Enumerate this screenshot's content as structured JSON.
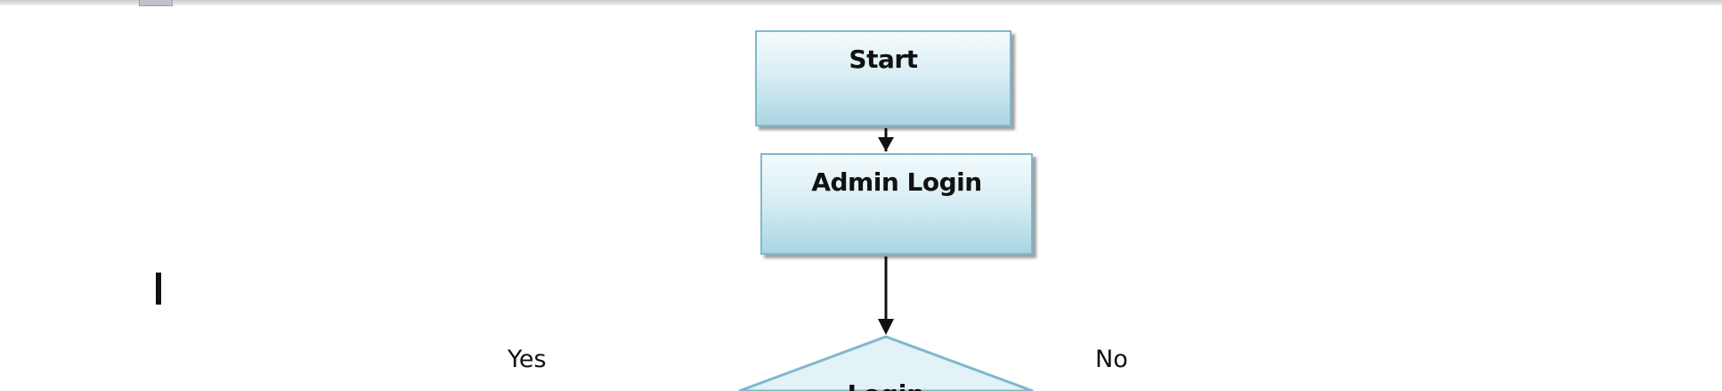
{
  "flowchart": {
    "nodes": [
      {
        "id": "start",
        "label": "Start"
      },
      {
        "id": "admin_login",
        "label": "Admin Login"
      },
      {
        "id": "login_decision",
        "label": "Login"
      }
    ],
    "edges": [
      {
        "from": "start",
        "to": "admin_login"
      },
      {
        "from": "admin_login",
        "to": "login_decision"
      }
    ],
    "branch_labels": {
      "yes": "Yes",
      "no": "No"
    },
    "colors": {
      "box_border": "#7fb8cc",
      "box_fill_top": "#f4fbfd",
      "box_fill_bottom": "#a9d6e2",
      "arrow": "#111111"
    }
  }
}
